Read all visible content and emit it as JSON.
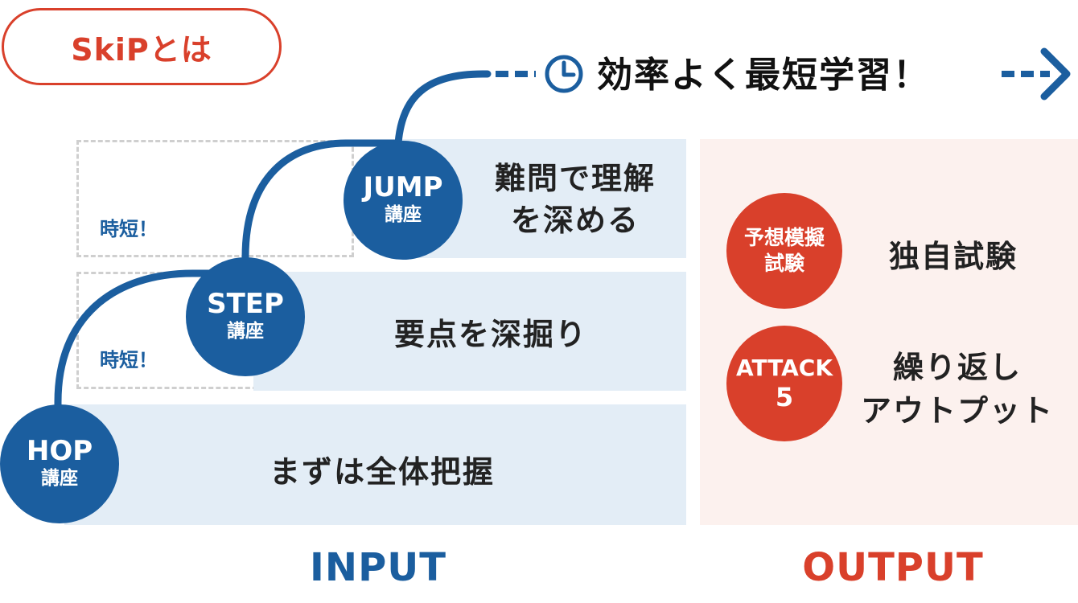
{
  "badge": "SkiPとは",
  "headline": "効率よく最短学習！",
  "input_label": "INPUT",
  "output_label": "OUTPUT",
  "steps": [
    {
      "title": "HOP",
      "sub": "講座",
      "text": "まずは全体把握"
    },
    {
      "title": "STEP",
      "sub": "講座",
      "text": "要点を深掘り"
    },
    {
      "title": "JUMP",
      "sub": "講座",
      "text_line1": "難問で理解",
      "text_line2": "を深める"
    }
  ],
  "time_saving": [
    "時短！",
    "時短！"
  ],
  "outputs": [
    {
      "circle_line1": "予想模擬",
      "circle_line2": "試験",
      "text": "独自試験"
    },
    {
      "circle_line1": "ATTACK",
      "circle_line2": "5",
      "text_line1": "繰り返し",
      "text_line2": "アウトプット"
    }
  ],
  "colors": {
    "blue": "#1b5e9f",
    "red": "#d9402b",
    "input_band": "#e3edf6",
    "output_bg": "#fcf1ee"
  }
}
